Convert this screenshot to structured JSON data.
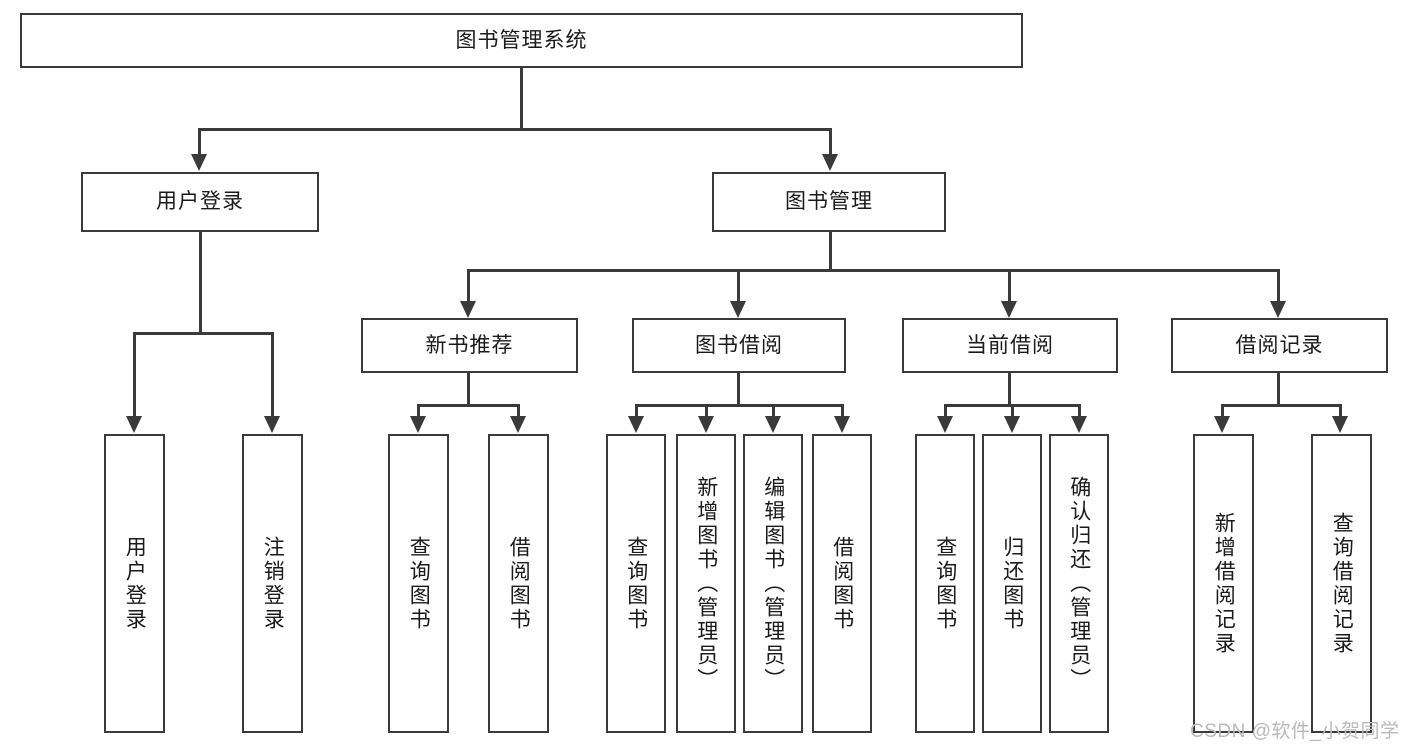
{
  "diagram": {
    "type": "tree-hierarchy-chart",
    "title_box": {
      "label": "图书管理系统"
    },
    "level2": [
      {
        "label": "用户登录"
      },
      {
        "label": "图书管理"
      }
    ],
    "level3": [
      {
        "label": "新书推荐"
      },
      {
        "label": "图书借阅"
      },
      {
        "label": "当前借阅"
      },
      {
        "label": "借阅记录"
      }
    ],
    "leaves": {
      "user_login": [
        {
          "label": "用户登录"
        },
        {
          "label": "注销登录"
        }
      ],
      "new_book_recommend": [
        {
          "label": "查询图书"
        },
        {
          "label": "借阅图书"
        }
      ],
      "book_borrow": [
        {
          "label": "查询图书"
        },
        {
          "label": "新增图书（管理员）"
        },
        {
          "label": "编辑图书（管理员）"
        },
        {
          "label": "借阅图书"
        }
      ],
      "current_borrow": [
        {
          "label": "查询图书"
        },
        {
          "label": "归还图书"
        },
        {
          "label": "确认归还（管理员）"
        }
      ],
      "borrow_record": [
        {
          "label": "新增借阅记录"
        },
        {
          "label": "查询借阅记录"
        }
      ]
    }
  },
  "watermark": {
    "text": "CSDN @软件_小贺同学"
  },
  "colors": {
    "stroke": "#3a3a3a",
    "background": "#ffffff",
    "text": "#1a1a1a",
    "watermark": "#b9b9b9"
  }
}
